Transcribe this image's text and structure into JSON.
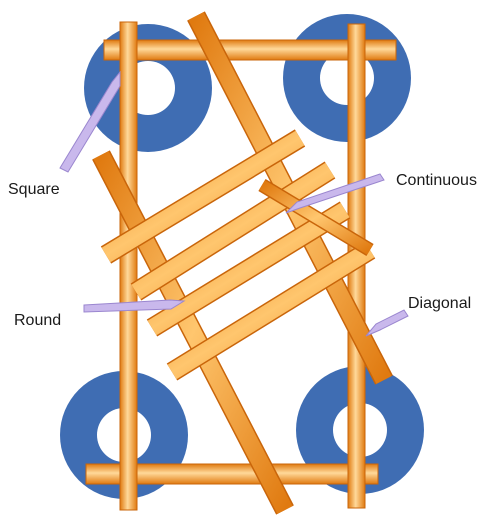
{
  "labels": {
    "square": "Square",
    "continuous": "Continuous",
    "round": "Round",
    "diagonal": "Diagonal"
  },
  "colors": {
    "tie_ring": "#3f6db3",
    "tie_hole": "#ffffff",
    "bar_dark": "#e07a10",
    "bar_mid": "#f6a23a",
    "bar_light": "#ffd99a",
    "arrow_fill": "#c9b8ec",
    "arrow_stroke": "#9a86cf"
  }
}
